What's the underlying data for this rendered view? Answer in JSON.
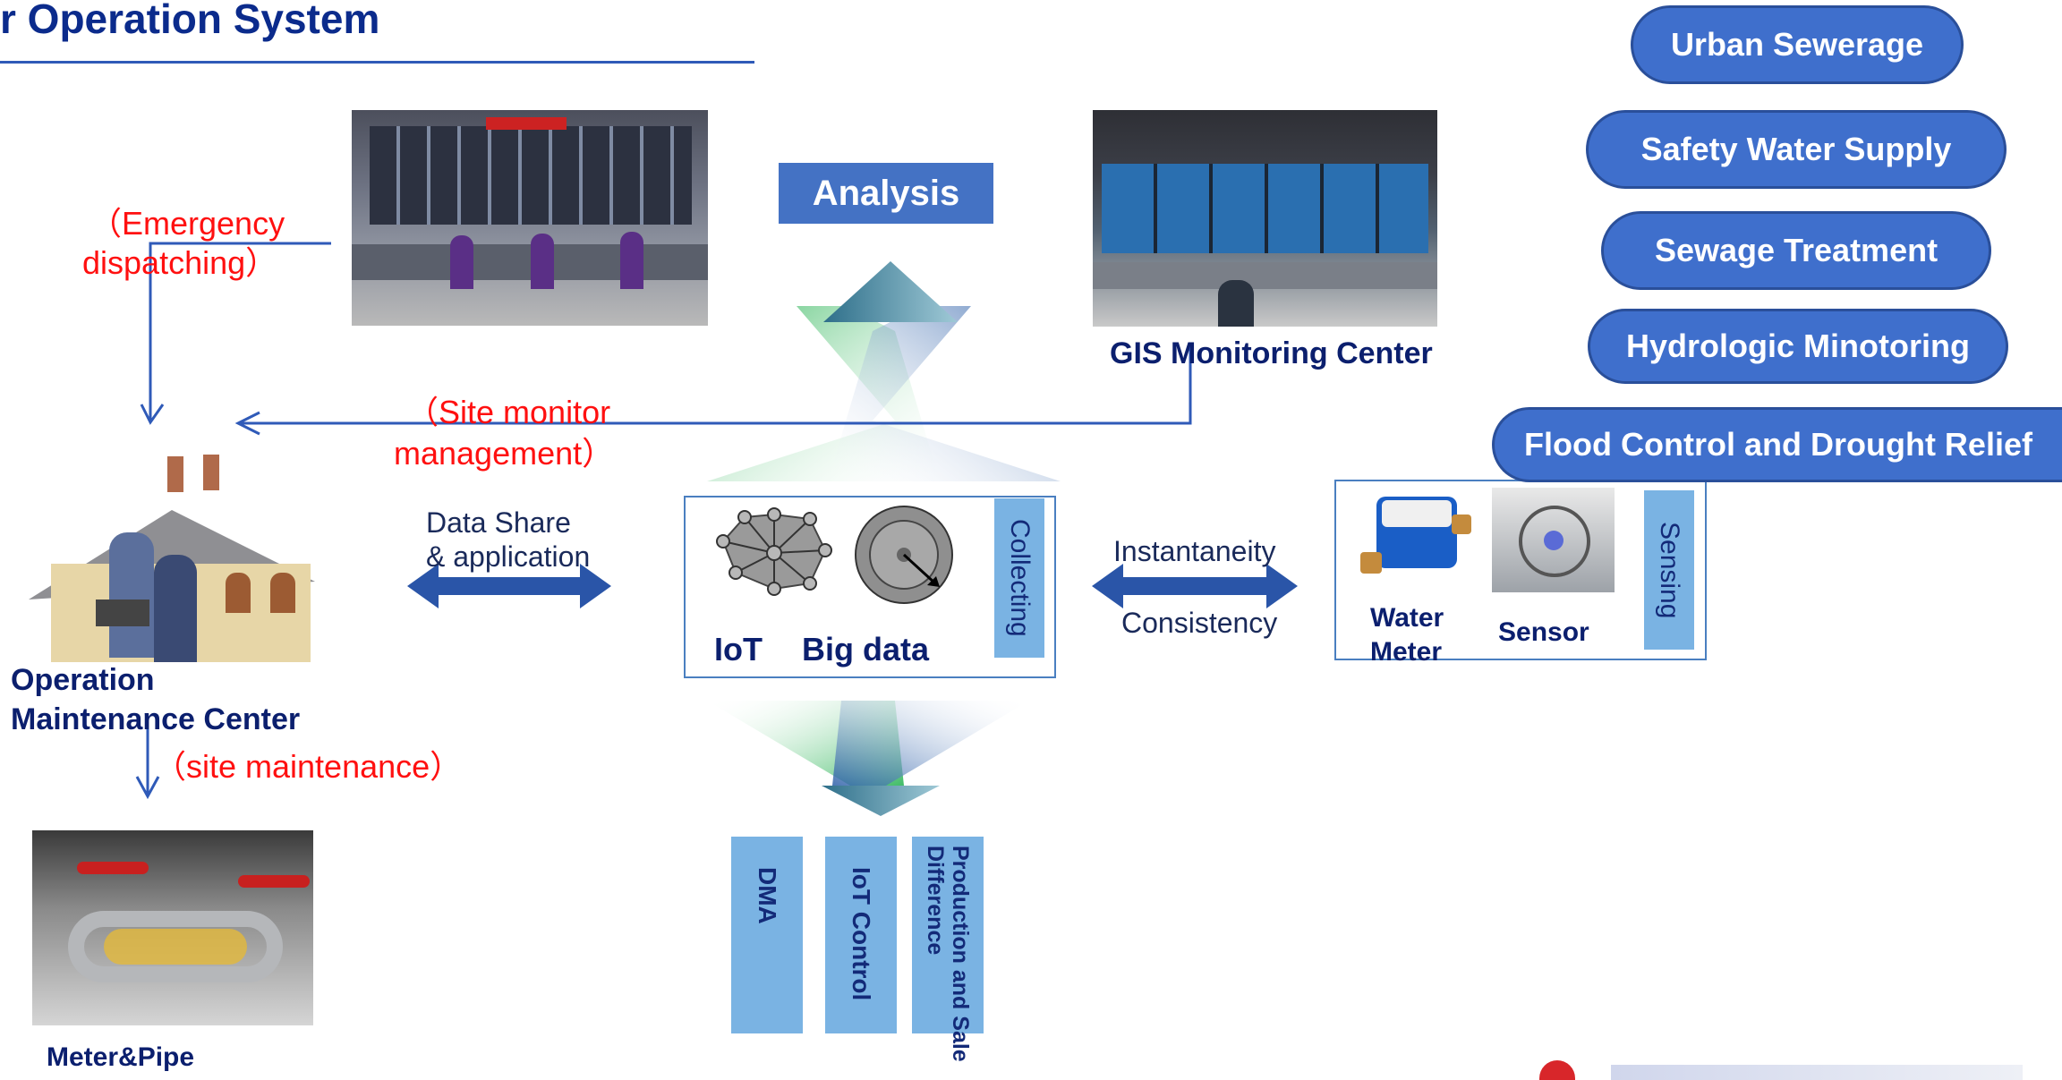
{
  "header": {
    "title": "r Operation System"
  },
  "nodes": {
    "analysis": "Analysis",
    "gis_center": "GIS Monitoring Center",
    "operation_line1": "Operation",
    "operation_line2": "Maintenance Center",
    "meter_pipe": "Meter&Pipe",
    "water_meter_line1": "Water",
    "water_meter_line2": "Meter",
    "sensor": "Sensor",
    "iot": "IoT",
    "big_data": "Big data",
    "collecting": "Collecting",
    "sensing": "Sensing"
  },
  "annotations": {
    "emergency_line1": "（Emergency",
    "emergency_line2": "dispatching）",
    "site_monitor_line1": "（Site monitor",
    "site_monitor_line2": "management）",
    "site_maintenance": "（site maintenance）",
    "data_share_line1": "Data Share",
    "data_share_line2": "& application",
    "instantaneity": "Instantaneity",
    "consistency": "Consistency"
  },
  "applications": [
    "Urban Sewerage",
    "Safety Water Supply",
    "Sewage Treatment",
    "Hydrologic Minotoring",
    "Flood Control and Drought Relief"
  ],
  "outputs": [
    "DMA",
    "IoT Control",
    "Production and Sale Difference"
  ],
  "colors": {
    "navy": "#0b1f6e",
    "accent_blue": "#3f6fcc",
    "arrow_blue": "#2f5ab8",
    "annotation_red": "#ff1010",
    "bar_blue": "#7ab3e3"
  }
}
